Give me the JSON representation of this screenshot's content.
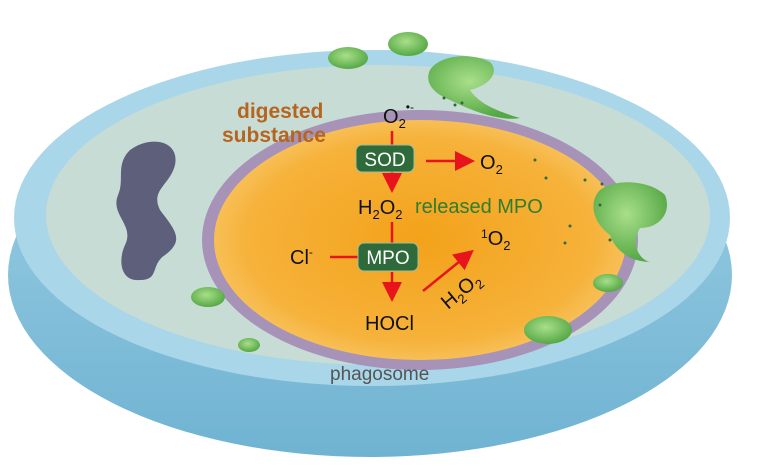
{
  "labels": {
    "digested_line1": "digested",
    "digested_line2": "substance",
    "superoxide": "O",
    "superoxide_sub": "2",
    "superoxide_sup": "•-",
    "sod": "SOD",
    "oxygen": "O",
    "oxygen_sub": "2",
    "h2o2_h": "H",
    "h2o2_sub1": "2",
    "h2o2_o": "O",
    "h2o2_sub2": "2",
    "released_mpo": "released MPO",
    "chloride": "Cl",
    "chloride_sup": "-",
    "mpo": "MPO",
    "hocl": "HOCl",
    "singlet_sup": "1",
    "singlet": "O",
    "singlet_sub": "2",
    "h2o2_diag": "H",
    "h2o2_diag_sub1": "2",
    "h2o2_diag_o": "O",
    "h2o2_diag_sub2": "2",
    "phagosome": "phagosome"
  },
  "colors": {
    "brown_text": "#b5651d",
    "green_text": "#2e7d2e",
    "enzyme_box": "#2f6b3a",
    "arrow": "#e8141c",
    "cytoplasm": "#c8dcd6",
    "membrane_rim": "#8fc8dd",
    "orange": "#f4a92a",
    "purple_membrane": "#a792b8",
    "nucleus": "#5e5f7a",
    "granule": "#6cbf55"
  }
}
